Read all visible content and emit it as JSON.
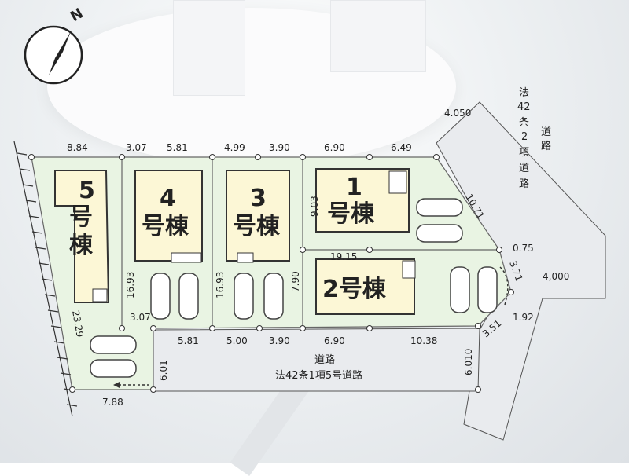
{
  "compass": {
    "label": "N"
  },
  "lots": {
    "lot5": {
      "number": "5",
      "suffix1": "号",
      "suffix2": "棟"
    },
    "lot4": {
      "number": "4",
      "suffix": "号棟"
    },
    "lot3": {
      "number": "3",
      "suffix": "号棟"
    },
    "lot1": {
      "number": "1",
      "suffix": "号棟"
    },
    "lot2": {
      "label": "2号棟"
    }
  },
  "roads": {
    "south_line1": "道路",
    "south_line2": "法42条1項5号道路",
    "east_col1": [
      "道",
      "路"
    ],
    "east_col2": [
      "法",
      "42",
      "条",
      "2",
      "項",
      "道",
      "路"
    ]
  },
  "dimensions": {
    "top": [
      "8.84",
      "3.07",
      "5.81",
      "4.99",
      "3.90",
      "6.90",
      "6.49"
    ],
    "right_upper": [
      "4.050",
      "10.71",
      "0.75",
      "3.71",
      "4,000",
      "1.92",
      "3.51"
    ],
    "inner": [
      "9.03",
      "19.15",
      "16.93",
      "16.93",
      "7.90",
      "3.07"
    ],
    "bottom": [
      "5.81",
      "5.00",
      "3.90",
      "6.90",
      "10.38"
    ],
    "left": [
      "23.29",
      "7.88",
      "6.01",
      "6.010"
    ]
  }
}
